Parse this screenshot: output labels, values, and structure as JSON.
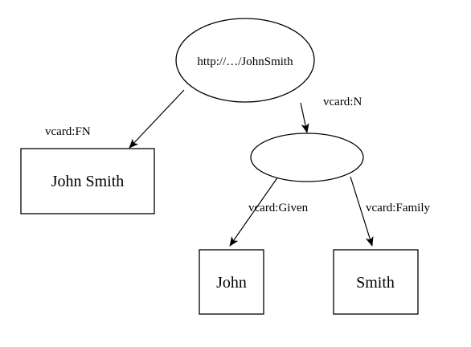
{
  "nodes": {
    "resource": {
      "label": "http://…/JohnSmith",
      "shape": "ellipse"
    },
    "blank": {
      "label": "",
      "shape": "ellipse"
    },
    "full_name": {
      "label": "John Smith",
      "shape": "rectangle"
    },
    "given": {
      "label": "John",
      "shape": "rectangle"
    },
    "family": {
      "label": "Smith",
      "shape": "rectangle"
    }
  },
  "edges": [
    {
      "from": "resource",
      "to": "full_name",
      "label": "vcard:FN"
    },
    {
      "from": "resource",
      "to": "blank",
      "label": "vcard:N"
    },
    {
      "from": "blank",
      "to": "given",
      "label": "vcard:Given"
    },
    {
      "from": "blank",
      "to": "family",
      "label": "vcard:Family"
    }
  ],
  "colors": {
    "stroke": "#000000",
    "background": "#ffffff"
  }
}
